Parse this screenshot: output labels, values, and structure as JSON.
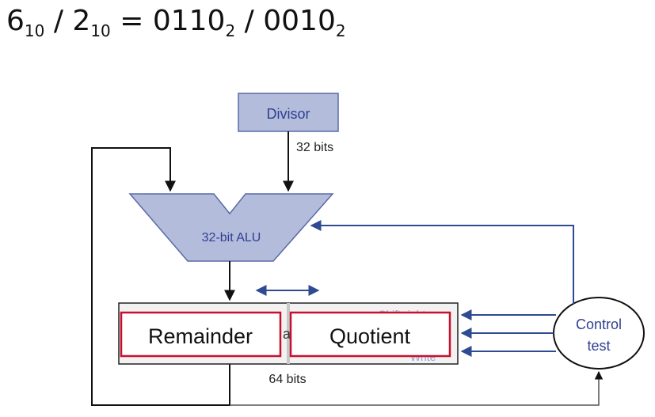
{
  "equation": {
    "a": "6",
    "a_base": "10",
    "op1": "/",
    "b": "2",
    "b_base": "10",
    "eq": "=",
    "c": "0110",
    "c_base": "2",
    "op2": "/",
    "d": "0010",
    "d_base": "2"
  },
  "diagram": {
    "divisor_label": "Divisor",
    "divisor_width": "32 bits",
    "alu_label": "32-bit ALU",
    "remainder_label": "Remainder",
    "quotient_label": "Quotient",
    "register_width": "64 bits",
    "control_line1": "Control",
    "control_line2": "test",
    "shift_right": "Shift right",
    "write": "Write",
    "ghost_char": "a"
  },
  "colors": {
    "block_fill": "#b4bcdc",
    "block_stroke": "#5a6aa8",
    "block_text": "#2e3f90",
    "control_arrow": "#2d4a92",
    "highlight_red": "#c8102e",
    "register_fill": "#f2f2f2",
    "faded_text": "#9aa3c8",
    "wire_black": "#111111"
  }
}
